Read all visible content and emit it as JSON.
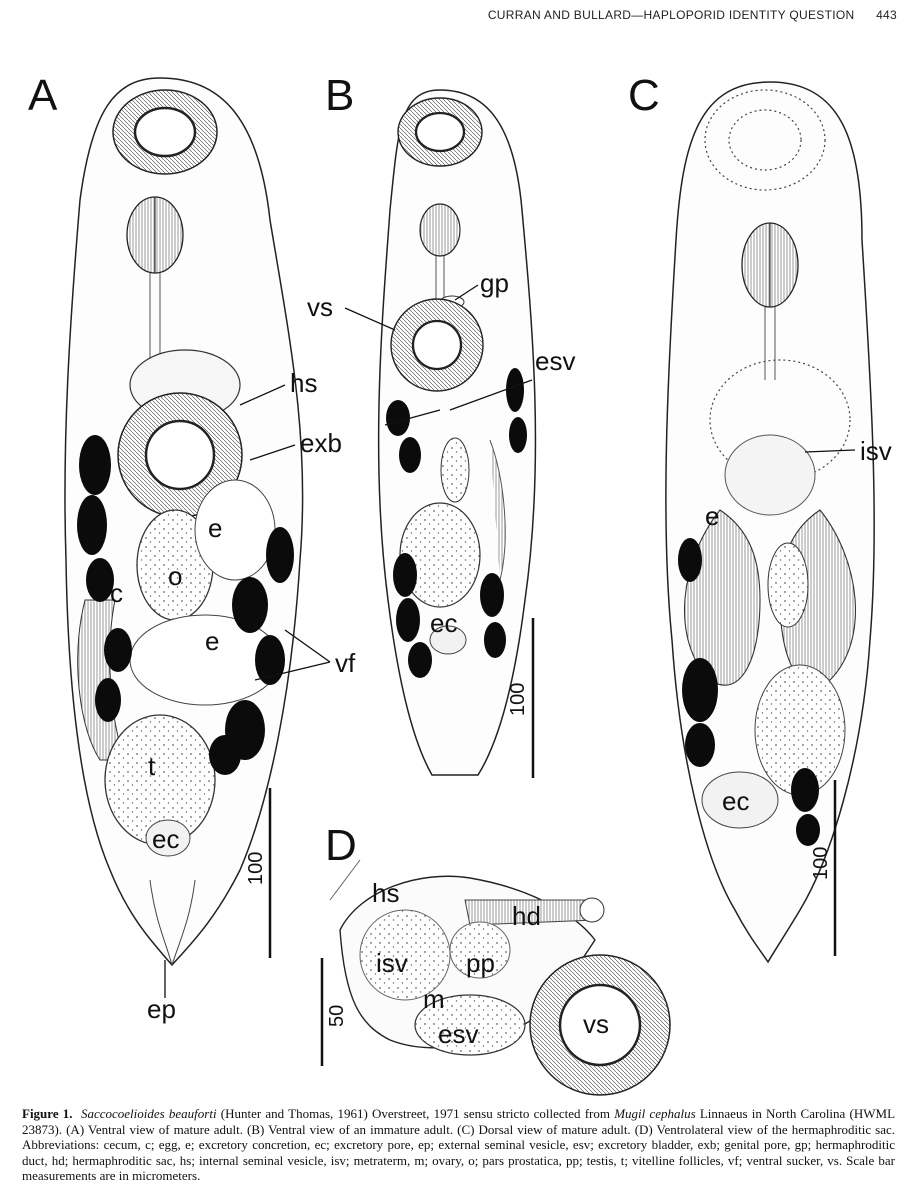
{
  "header": {
    "running_title": "CURRAN AND BULLARD—HAPLOPORID IDENTITY QUESTION",
    "page_number": "443"
  },
  "panels": {
    "A": {
      "letter": "A",
      "labels": [
        "hs",
        "exb",
        "e",
        "o",
        "c",
        "e",
        "vf",
        "t",
        "ec",
        "ep"
      ],
      "scale_value": "100"
    },
    "B": {
      "letter": "B",
      "labels": [
        "gp",
        "vs",
        "esv",
        "ec"
      ],
      "scale_value": "100"
    },
    "C": {
      "letter": "C",
      "labels": [
        "isv",
        "e",
        "ec"
      ],
      "scale_value": "100"
    },
    "D": {
      "letter": "D",
      "labels": [
        "hs",
        "hd",
        "isv",
        "pp",
        "m",
        "esv",
        "vs"
      ],
      "scale_value": "50"
    }
  },
  "caption": {
    "figure_label": "Figure 1.",
    "species": "Saccocoelioides beauforti",
    "authority": " (Hunter and Thomas, 1961) Overstreet, 1971 sensu stricto collected from ",
    "host": "Mugil cephalus",
    "body": " Linnaeus in North Carolina (HWML 23873). (A) Ventral view of mature adult. (B) Ventral view of an immature adult. (C) Dorsal view of mature adult. (D) Ventrolateral view of the hermaphroditic sac. Abbreviations: cecum, c; egg, e; excretory concretion, ec; excretory pore, ep; external seminal vesicle, esv; excretory bladder, exb; genital pore, gp; hermaphroditic duct, hd; hermaphroditic sac, hs; internal seminal vesicle, isv; metraterm, m; ovary, o; pars prostatica, pp; testis, t; vitelline follicles, vf; ventral sucker, vs. Scale bar measurements are in micrometers."
  }
}
